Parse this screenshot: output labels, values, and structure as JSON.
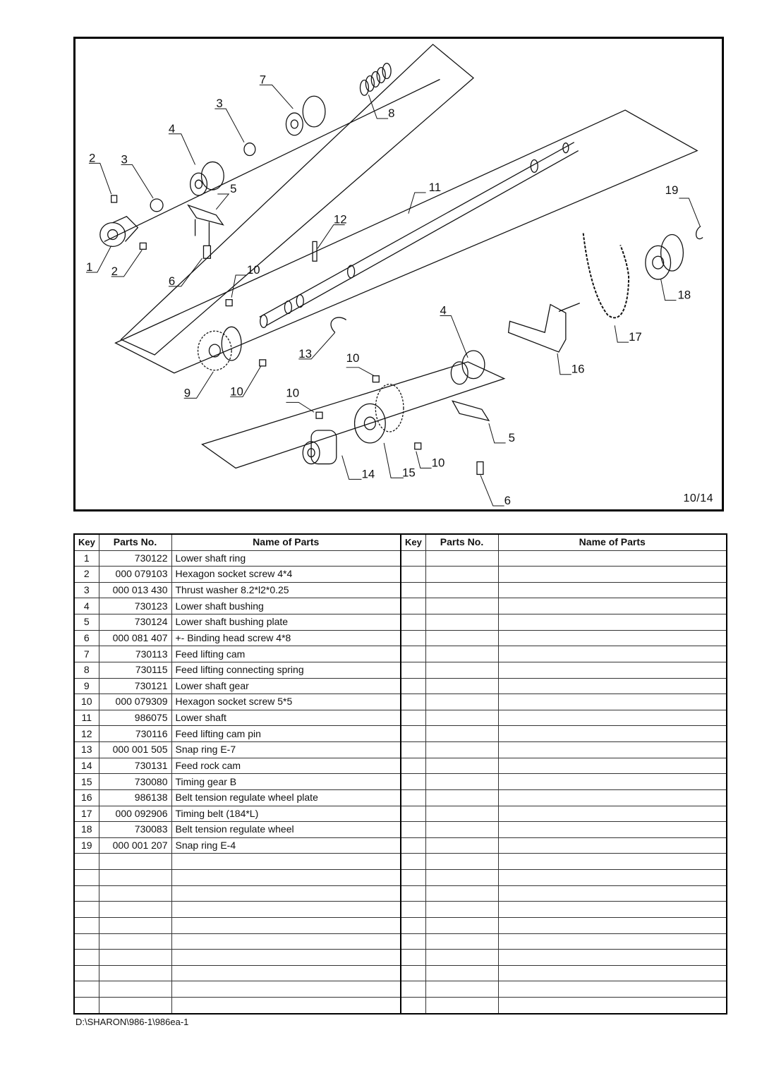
{
  "diagram": {
    "page_label": "10/14",
    "callouts": [
      "1",
      "2",
      "2",
      "3",
      "3",
      "4",
      "4",
      "5",
      "5",
      "6",
      "6",
      "7",
      "8",
      "9",
      "10",
      "10",
      "10",
      "10",
      "10",
      "11",
      "12",
      "13",
      "14",
      "15",
      "16",
      "17",
      "18",
      "19"
    ]
  },
  "table": {
    "headers": {
      "key": "Key",
      "parts_no": "Parts No.",
      "name": "Name of Parts"
    },
    "rows": [
      {
        "key": "1",
        "parts_no": "730122",
        "name": "Lower shaft ring"
      },
      {
        "key": "2",
        "parts_no": "000 079103",
        "name": "Hexagon socket screw 4*4"
      },
      {
        "key": "3",
        "parts_no": "000 013 430",
        "name": "Thrust washer 8.2*l2*0.25"
      },
      {
        "key": "4",
        "parts_no": "730123",
        "name": "Lower shaft bushing"
      },
      {
        "key": "5",
        "parts_no": "730124",
        "name": "Lower shaft bushing plate"
      },
      {
        "key": "6",
        "parts_no": "000 081 407",
        "name": "+- Binding head screw 4*8"
      },
      {
        "key": "7",
        "parts_no": "730113",
        "name": "Feed lifting cam"
      },
      {
        "key": "8",
        "parts_no": "730115",
        "name": "Feed lifting connecting spring"
      },
      {
        "key": "9",
        "parts_no": "730121",
        "name": "Lower shaft gear"
      },
      {
        "key": "10",
        "parts_no": "000 079309",
        "name": "Hexagon socket screw 5*5"
      },
      {
        "key": "11",
        "parts_no": "986075",
        "name": "Lower shaft"
      },
      {
        "key": "12",
        "parts_no": "730116",
        "name": "Feed lifting cam pin"
      },
      {
        "key": "13",
        "parts_no": "000 001 505",
        "name": "Snap ring E-7"
      },
      {
        "key": "14",
        "parts_no": "730131",
        "name": "Feed rock cam"
      },
      {
        "key": "15",
        "parts_no": "730080",
        "name": "Timing gear B"
      },
      {
        "key": "16",
        "parts_no": "986138",
        "name": "Belt tension regulate wheel plate"
      },
      {
        "key": "17",
        "parts_no": "000 092906",
        "name": "Timing belt (184*L)"
      },
      {
        "key": "18",
        "parts_no": "730083",
        "name": "Belt tension regulate wheel"
      },
      {
        "key": "19",
        "parts_no": "000 001 207",
        "name": "Snap ring E-4"
      }
    ]
  },
  "footer": {
    "path": "D:\\SHARON\\986-1\\986ea-1"
  }
}
